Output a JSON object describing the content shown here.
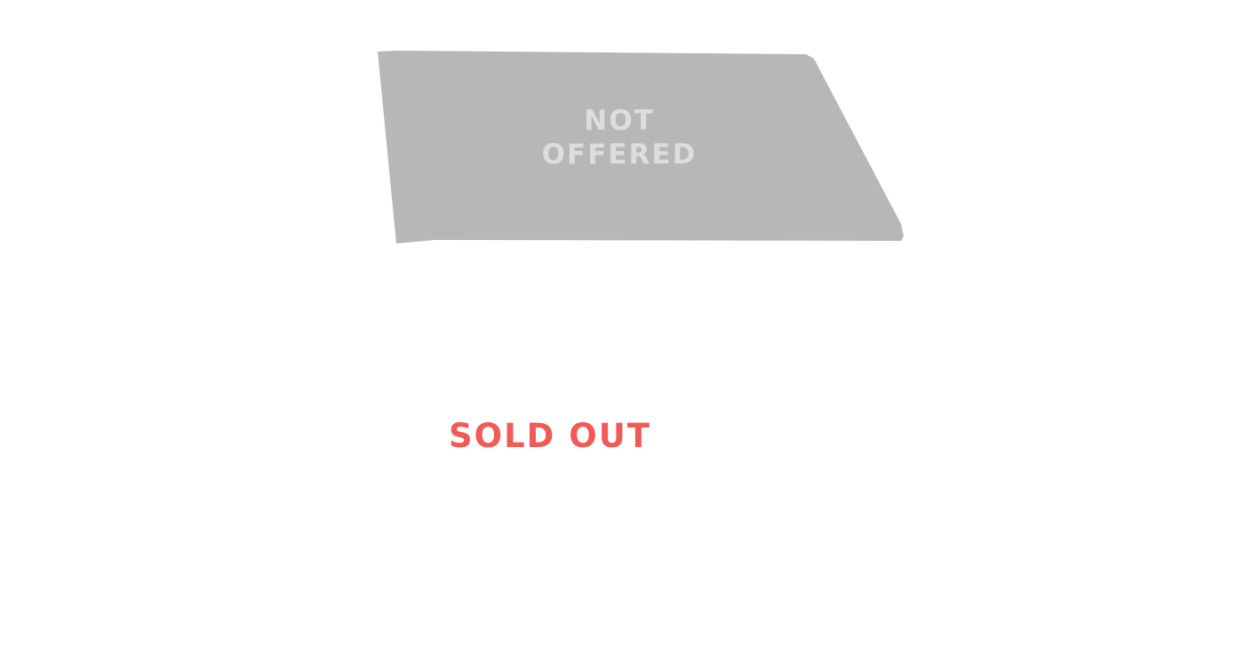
{
  "sections": [
    {
      "status_lines": [
        "NOT",
        "OFFERED"
      ],
      "fill_color": "#b7b7b7",
      "text_color": "#dddddd"
    },
    {
      "status_lines": [
        "SOLD OUT"
      ],
      "fill_color": "#ffffff",
      "text_color": "#f25a55"
    }
  ]
}
